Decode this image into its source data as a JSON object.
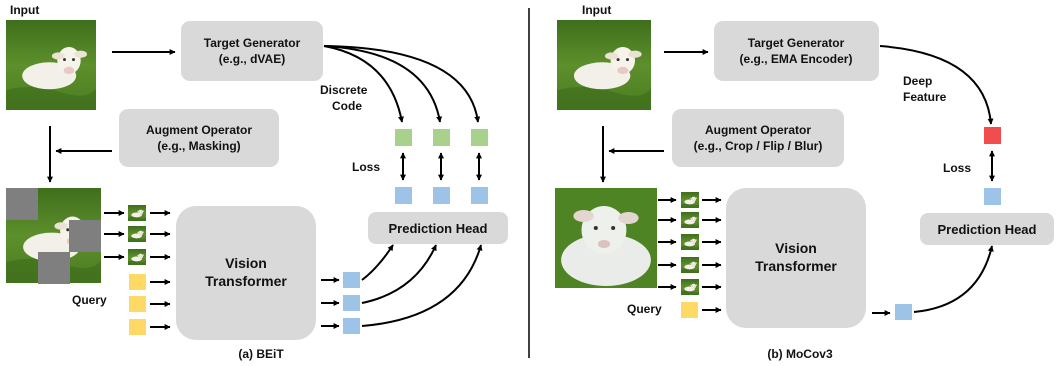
{
  "colors": {
    "box": "#d9d9d9",
    "code_green": "#a9d18e",
    "pred_blue": "#9dc3e6",
    "query_yellow": "#ffd966",
    "feature_red": "#f04d4f",
    "mask_gray": "#7f7f7f"
  },
  "icons": [
    "lamb-photo-image",
    "lamb-patch-image",
    "masked-patch",
    "arrow"
  ],
  "beit": {
    "input_label": "Input",
    "target_generator": {
      "line1": "Target Generator",
      "line2": "(e.g., dVAE)"
    },
    "augment_operator": {
      "line1": "Augment Operator",
      "line2": "(e.g., Masking)"
    },
    "discrete_code": {
      "line1": "Discrete",
      "line2": "Code"
    },
    "loss_label": "Loss",
    "query_label": "Query",
    "vit": {
      "line1": "Vision",
      "line2": "Transformer"
    },
    "prediction_head": "Prediction Head",
    "caption": "(a) BEiT"
  },
  "mocov3": {
    "input_label": "Input",
    "target_generator": {
      "line1": "Target Generator",
      "line2": "(e.g., EMA Encoder)"
    },
    "augment_operator": {
      "line1": "Augment Operator",
      "line2": "(e.g., Crop / Flip / Blur)"
    },
    "deep_feature": {
      "line1": "Deep",
      "line2": "Feature"
    },
    "loss_label": "Loss",
    "query_label": "Query",
    "vit": {
      "line1": "Vision",
      "line2": "Transformer"
    },
    "prediction_head": "Prediction Head",
    "caption": "(b) MoCov3"
  }
}
